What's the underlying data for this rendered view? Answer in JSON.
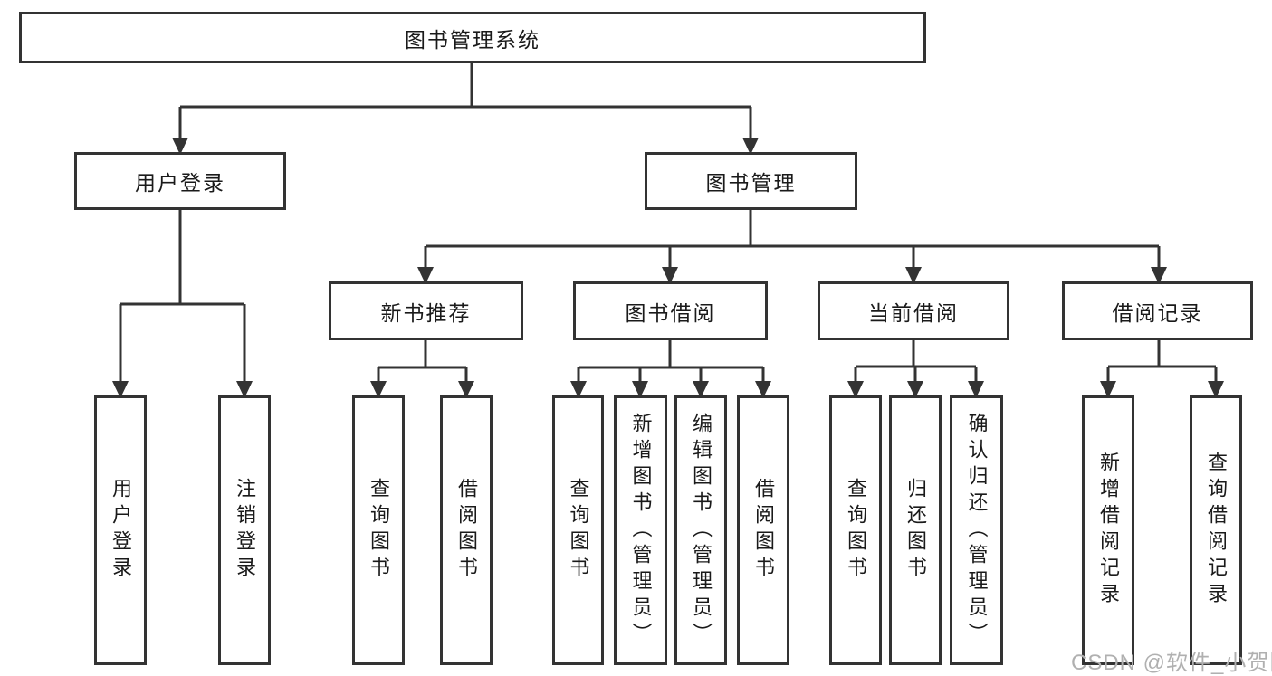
{
  "diagram_title": "图书管理系统",
  "tree": {
    "label": "图书管理系统",
    "children": [
      {
        "label": "用户登录",
        "children": [
          {
            "label": "用户登录"
          },
          {
            "label": "注销登录"
          }
        ]
      },
      {
        "label": "图书管理",
        "children": [
          {
            "label": "新书推荐",
            "children": [
              {
                "label": "查询图书"
              },
              {
                "label": "借阅图书"
              }
            ]
          },
          {
            "label": "图书借阅",
            "children": [
              {
                "label": "查询图书"
              },
              {
                "label": "新增图书（管理员）"
              },
              {
                "label": "编辑图书（管理员）"
              },
              {
                "label": "借阅图书"
              }
            ]
          },
          {
            "label": "当前借阅",
            "children": [
              {
                "label": "查询图书"
              },
              {
                "label": "归还图书"
              },
              {
                "label": "确认归还（管理员）"
              }
            ]
          },
          {
            "label": "借阅记录",
            "children": [
              {
                "label": "新增借阅记录"
              },
              {
                "label": "查询借阅记录"
              }
            ]
          }
        ]
      }
    ]
  },
  "watermark": "CSDN @软件_小贺同学",
  "colors": {
    "line": "#333333",
    "text": "#1a1a1a",
    "background": "#ffffff",
    "box_background": "#ffffff",
    "watermark": "#b0b0b0"
  }
}
